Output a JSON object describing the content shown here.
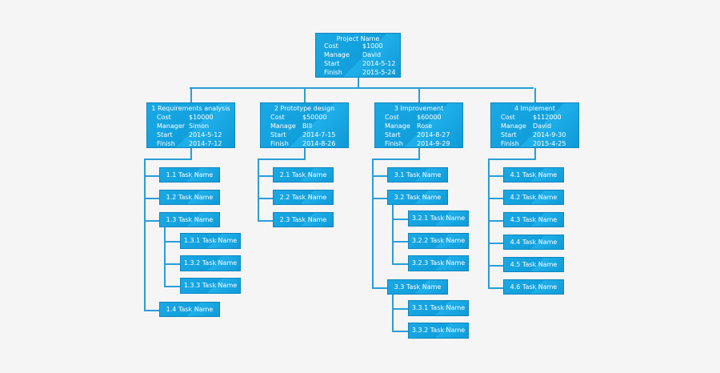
{
  "root": {
    "title": "Project  Name",
    "fields": [
      {
        "label": "Cost",
        "value": "$1000"
      },
      {
        "label": "Manage",
        "value": "David"
      },
      {
        "label": "Start",
        "value": "2014-5-12"
      },
      {
        "label": "Finish",
        "value": "2015-5-24"
      }
    ]
  },
  "phases": [
    {
      "title": "1 Requirements analysis",
      "fields": [
        {
          "label": "Cost",
          "value": "$10000"
        },
        {
          "label": "Manager",
          "value": "Simon"
        },
        {
          "label": "Start",
          "value": "2014-5-12"
        },
        {
          "label": "Finish",
          "value": "2014-7-12"
        }
      ],
      "tasks": [
        {
          "label": "1.1 Task Name"
        },
        {
          "label": "1.2 Task Name"
        },
        {
          "label": "1.3 Task Name",
          "subtasks": [
            {
              "label": "1.3.1 Task Name"
            },
            {
              "label": "1.3.2 Task Name"
            },
            {
              "label": "1.3.3 Task Name"
            }
          ]
        },
        {
          "label": "1.4 Task Name"
        }
      ]
    },
    {
      "title": "2 Prototype design",
      "fields": [
        {
          "label": "Cost",
          "value": "$50000"
        },
        {
          "label": "Manage",
          "value": "Bill"
        },
        {
          "label": "Start",
          "value": "2014-7-15"
        },
        {
          "label": "Finish",
          "value": "2014-8-26"
        }
      ],
      "tasks": [
        {
          "label": "2.1 Task Name"
        },
        {
          "label": "2.2 Task Name"
        },
        {
          "label": "2.3 Task Name"
        }
      ]
    },
    {
      "title": "3  Improvement",
      "fields": [
        {
          "label": "Cost",
          "value": "$60000"
        },
        {
          "label": "Manage",
          "value": "Rose"
        },
        {
          "label": "Start",
          "value": "2014-8-27"
        },
        {
          "label": "Finish",
          "value": "2014-9-29"
        }
      ],
      "tasks": [
        {
          "label": "3.1 Task Name"
        },
        {
          "label": "3.2 Task Name",
          "subtasks": [
            {
              "label": "3.2.1 Task Name"
            },
            {
              "label": "3.2.2 Task Name"
            },
            {
              "label": "3.2.3 Task Name"
            }
          ]
        },
        {
          "label": "3.3 Task Name",
          "subtasks": [
            {
              "label": "3.3.1 Task Name"
            },
            {
              "label": "3.3.2 Task Name"
            }
          ]
        }
      ]
    },
    {
      "title": "4 Implement",
      "fields": [
        {
          "label": "Cost",
          "value": "$112000"
        },
        {
          "label": "Manage",
          "value": "David"
        },
        {
          "label": "Start",
          "value": "2014-9-30"
        },
        {
          "label": "Finish",
          "value": "2015-4-25"
        }
      ],
      "tasks": [
        {
          "label": "4.1 Task Name"
        },
        {
          "label": "4.2 Task Name"
        },
        {
          "label": "4.3 Task Name"
        },
        {
          "label": "4.4 Task Name"
        },
        {
          "label": "4.5 Task Name"
        },
        {
          "label": "4.6 Task Name"
        }
      ]
    }
  ]
}
